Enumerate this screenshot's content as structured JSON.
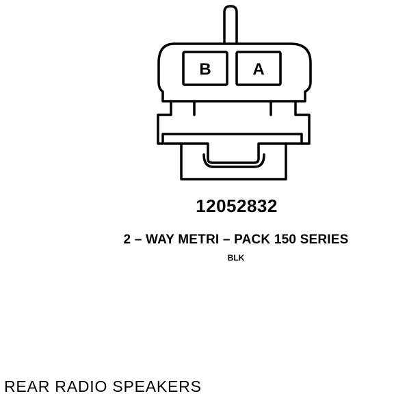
{
  "connector": {
    "cavities": [
      {
        "label": "B"
      },
      {
        "label": "A"
      }
    ],
    "part_number": "12052832",
    "description": "2 – WAY METRI – PACK 150 SERIES",
    "color_code": "BLK"
  },
  "caption": "REAR RADIO SPEAKERS",
  "colors": {
    "ink": "#000000",
    "background": "#ffffff"
  }
}
